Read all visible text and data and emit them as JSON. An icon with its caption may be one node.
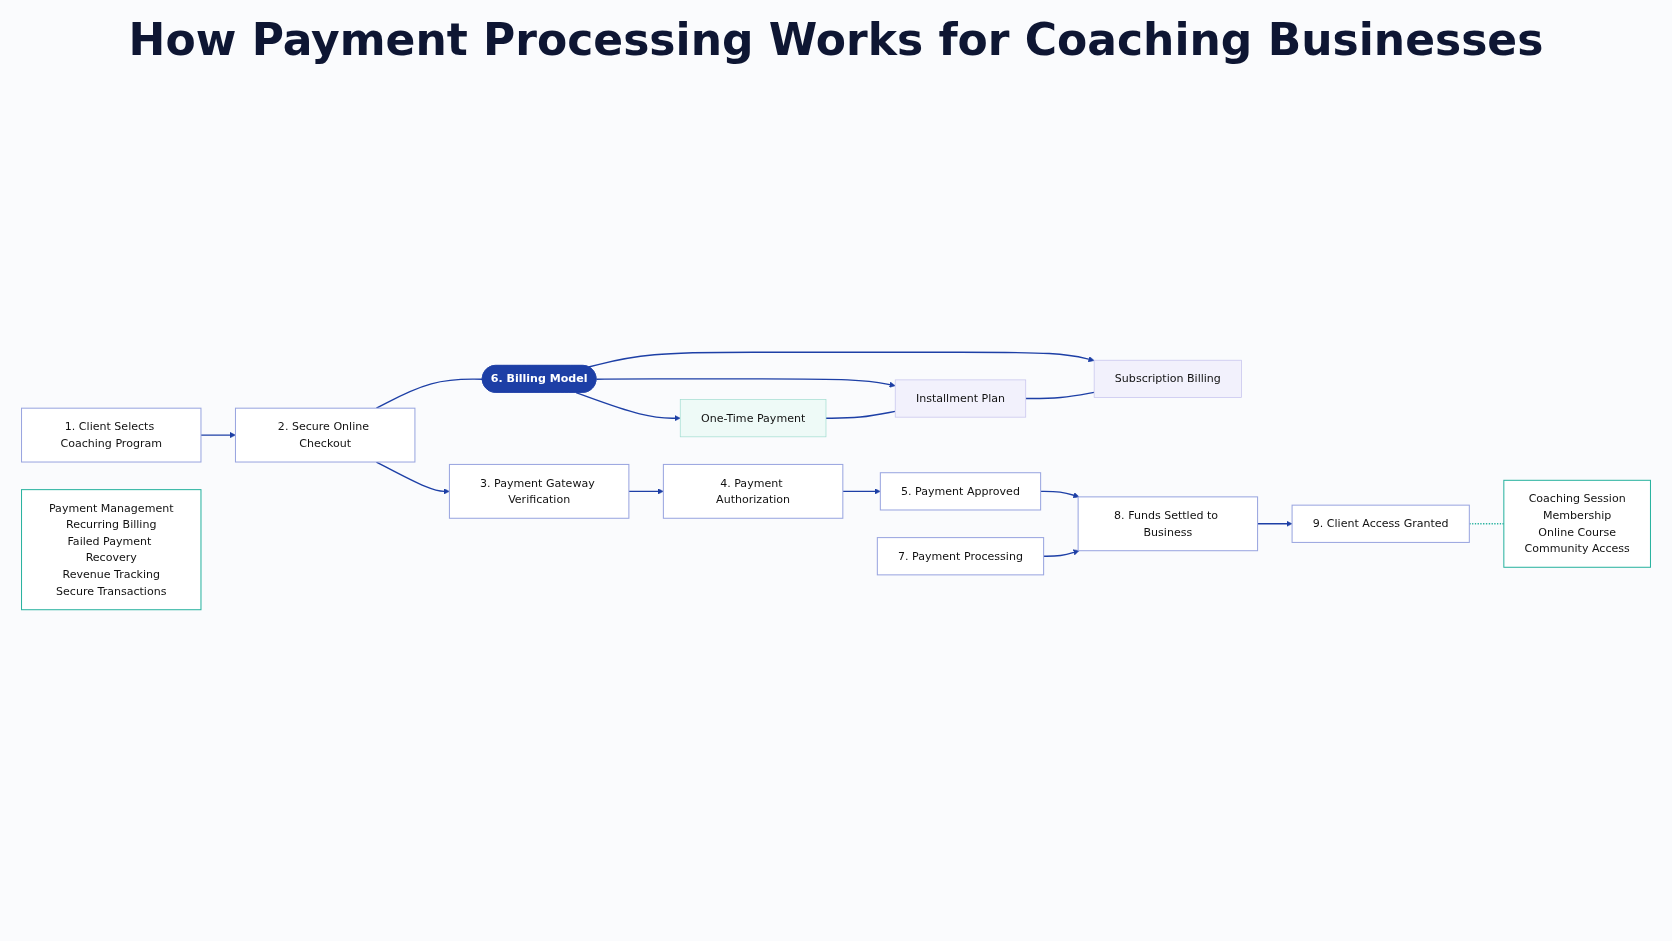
{
  "diagram": {
    "title": "How Payment Processing Works for Coaching Businesses",
    "nodes": [
      {
        "text": [
          "1. Client Selects Coaching Program"
        ]
      },
      {
        "text": [
          "2. Secure Online Checkout"
        ]
      },
      {
        "text": [
          "3. Payment Gateway Verification"
        ]
      },
      {
        "text": [
          "4. Payment Authorization"
        ]
      },
      {
        "text": [
          "5. Payment Approved"
        ]
      },
      {
        "text": [
          "6. Billing Model"
        ]
      },
      {
        "text": [
          "One-Time Payment"
        ]
      },
      {
        "text": [
          "Installment Plan"
        ]
      },
      {
        "text": [
          "Subscription Billing"
        ]
      },
      {
        "text": [
          "7. Payment Processing"
        ]
      },
      {
        "text": [
          "8. Funds Settled to Business"
        ]
      },
      {
        "text": [
          "9. Client Access Granted"
        ]
      },
      {
        "text": [
          "Coaching Session",
          "Membership",
          "Online Course",
          "Community Access"
        ]
      },
      {
        "text": [
          "Payment Management",
          "Recurring Billing",
          "Failed Payment Recovery",
          "Revenue Tracking",
          "Secure Transactions"
        ]
      }
    ],
    "edges": [
      {
        "from": 0,
        "to": 1,
        "arrow": "to"
      },
      {
        "from": 1,
        "to": 2,
        "arrow": "to"
      },
      {
        "from": 2,
        "to": 3,
        "arrow": "to"
      },
      {
        "from": 3,
        "to": 4,
        "arrow": "to"
      },
      {
        "from": 1,
        "to": 5,
        "arrow": "none"
      },
      {
        "from": 5,
        "to": 6,
        "arrow": "to"
      },
      {
        "from": 5,
        "to": 7,
        "arrow": "to"
      },
      {
        "from": 5,
        "to": 8,
        "arrow": "to"
      },
      {
        "from": 6,
        "to": 7,
        "arrow": "none"
      },
      {
        "from": 7,
        "to": 8,
        "arrow": "none"
      },
      {
        "from": 4,
        "to": 10,
        "arrow": "to"
      },
      {
        "from": 9,
        "to": 10,
        "arrow": "to"
      },
      {
        "from": 10,
        "to": 11,
        "arrow": "to"
      },
      {
        "from": 11,
        "to": 12,
        "arrow": "none",
        "style": "dashed",
        "color": "#2bb3a0"
      }
    ]
  }
}
